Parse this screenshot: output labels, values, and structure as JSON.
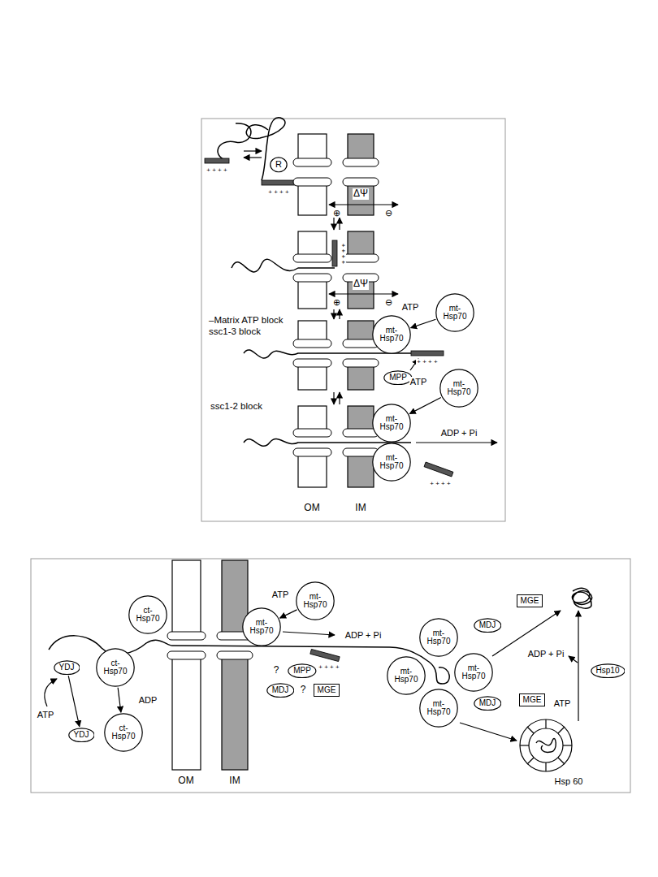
{
  "diagram": {
    "nodes": [
      {
        "text": [
          "R"
        ]
      },
      {
        "text": [
          "mt- Hsp70"
        ]
      },
      {
        "text": [
          "mt- Hsp70"
        ]
      },
      {
        "text": [
          "MPP"
        ]
      },
      {
        "text": [
          "mt- Hsp70"
        ]
      },
      {
        "text": [
          "mt- Hsp70"
        ]
      },
      {
        "text": [
          "mt- Hsp70"
        ]
      },
      {
        "text": [
          "ct- Hsp70"
        ]
      },
      {
        "text": [
          "YDJ"
        ]
      },
      {
        "text": [
          "ct- Hsp70"
        ]
      },
      {
        "text": [
          "YDJ"
        ]
      },
      {
        "text": [
          "ct- Hsp70"
        ]
      },
      {
        "text": [
          "mt- Hsp70"
        ]
      },
      {
        "text": [
          "mt- Hsp70"
        ]
      },
      {
        "text": [
          "MPP"
        ]
      },
      {
        "text": [
          "MDJ"
        ]
      },
      {
        "text": [
          "MGE"
        ]
      },
      {
        "text": [
          "mt- Hsp70"
        ]
      },
      {
        "text": [
          "mt- Hsp70"
        ]
      },
      {
        "text": [
          "mt- Hsp70"
        ]
      },
      {
        "text": [
          "mt- Hsp70"
        ]
      },
      {
        "text": [
          "MDJ"
        ]
      },
      {
        "text": [
          "MGE"
        ]
      },
      {
        "text": [
          "Hsp10"
        ]
      },
      {
        "text": [
          "MDJ"
        ]
      },
      {
        "text": [
          "MGE"
        ]
      }
    ],
    "edges": [
      {
        "from": 1,
        "to": 2,
        "arrow": "to"
      },
      {
        "from": 4,
        "to": 5,
        "arrow": "to"
      },
      {
        "from": 8,
        "to": 10,
        "arrow": "to"
      },
      {
        "from": 9,
        "to": 11,
        "arrow": "to"
      },
      {
        "from": 12,
        "to": 13,
        "arrow": "to"
      }
    ],
    "labels": [
      "+ + + +",
      "+ + + +",
      "⊕",
      "ΔΨ",
      "⊖",
      "+ + + +",
      "⊕",
      "ΔΨ",
      "⊖",
      "–Matrix ATP block",
      "ssc1-3 block",
      "ATP",
      "+ + + +",
      "ssc1-2 block",
      "ATP",
      "ADP + Pi",
      "+ + + +",
      "OM",
      "IM",
      "ATP",
      "ADP",
      "ATP",
      "ADP + Pi",
      "+ + + +",
      "?",
      "?",
      "OM",
      "IM",
      "ADP + Pi",
      "ATP",
      "Hsp 60"
    ]
  }
}
